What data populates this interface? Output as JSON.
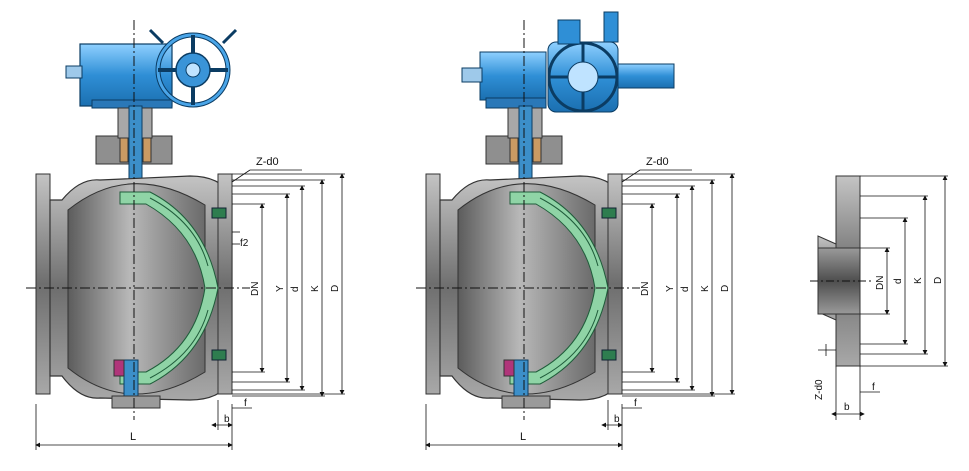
{
  "diagrams": [
    {
      "labels": {
        "flange_bolt": "Z-d0",
        "raised_face": "f2",
        "bore": "DN",
        "dim_y": "Y",
        "dim_d": "d",
        "dim_k": "K",
        "dim_outer": "D",
        "face_f": "f",
        "thickness_b": "b",
        "length": "L"
      },
      "actuator": "gear-handwheel"
    },
    {
      "labels": {
        "flange_bolt": "Z-d0",
        "bore": "DN",
        "dim_y": "Y",
        "dim_d": "d",
        "dim_k": "K",
        "dim_outer": "D",
        "face_f": "f",
        "thickness_b": "b",
        "length": "L"
      },
      "actuator": "electric-actuator"
    },
    {
      "labels": {
        "bore": "DN",
        "dim_d": "d",
        "dim_k": "K",
        "dim_outer": "D",
        "flange_bolt": "Z-d0",
        "face_f": "f",
        "thickness_b": "b"
      },
      "actuator": "none"
    }
  ],
  "colors": {
    "body_gray": "#8e8e8e",
    "ball_gray": "#7d7d7d",
    "seat_green": "#8fd4a6",
    "seal_green": "#2e7d4f",
    "stem_blue": "#3c8fc9",
    "actuator_blue": "#2f8fd6",
    "packing_tan": "#c99a63",
    "magenta": "#b0357a"
  }
}
